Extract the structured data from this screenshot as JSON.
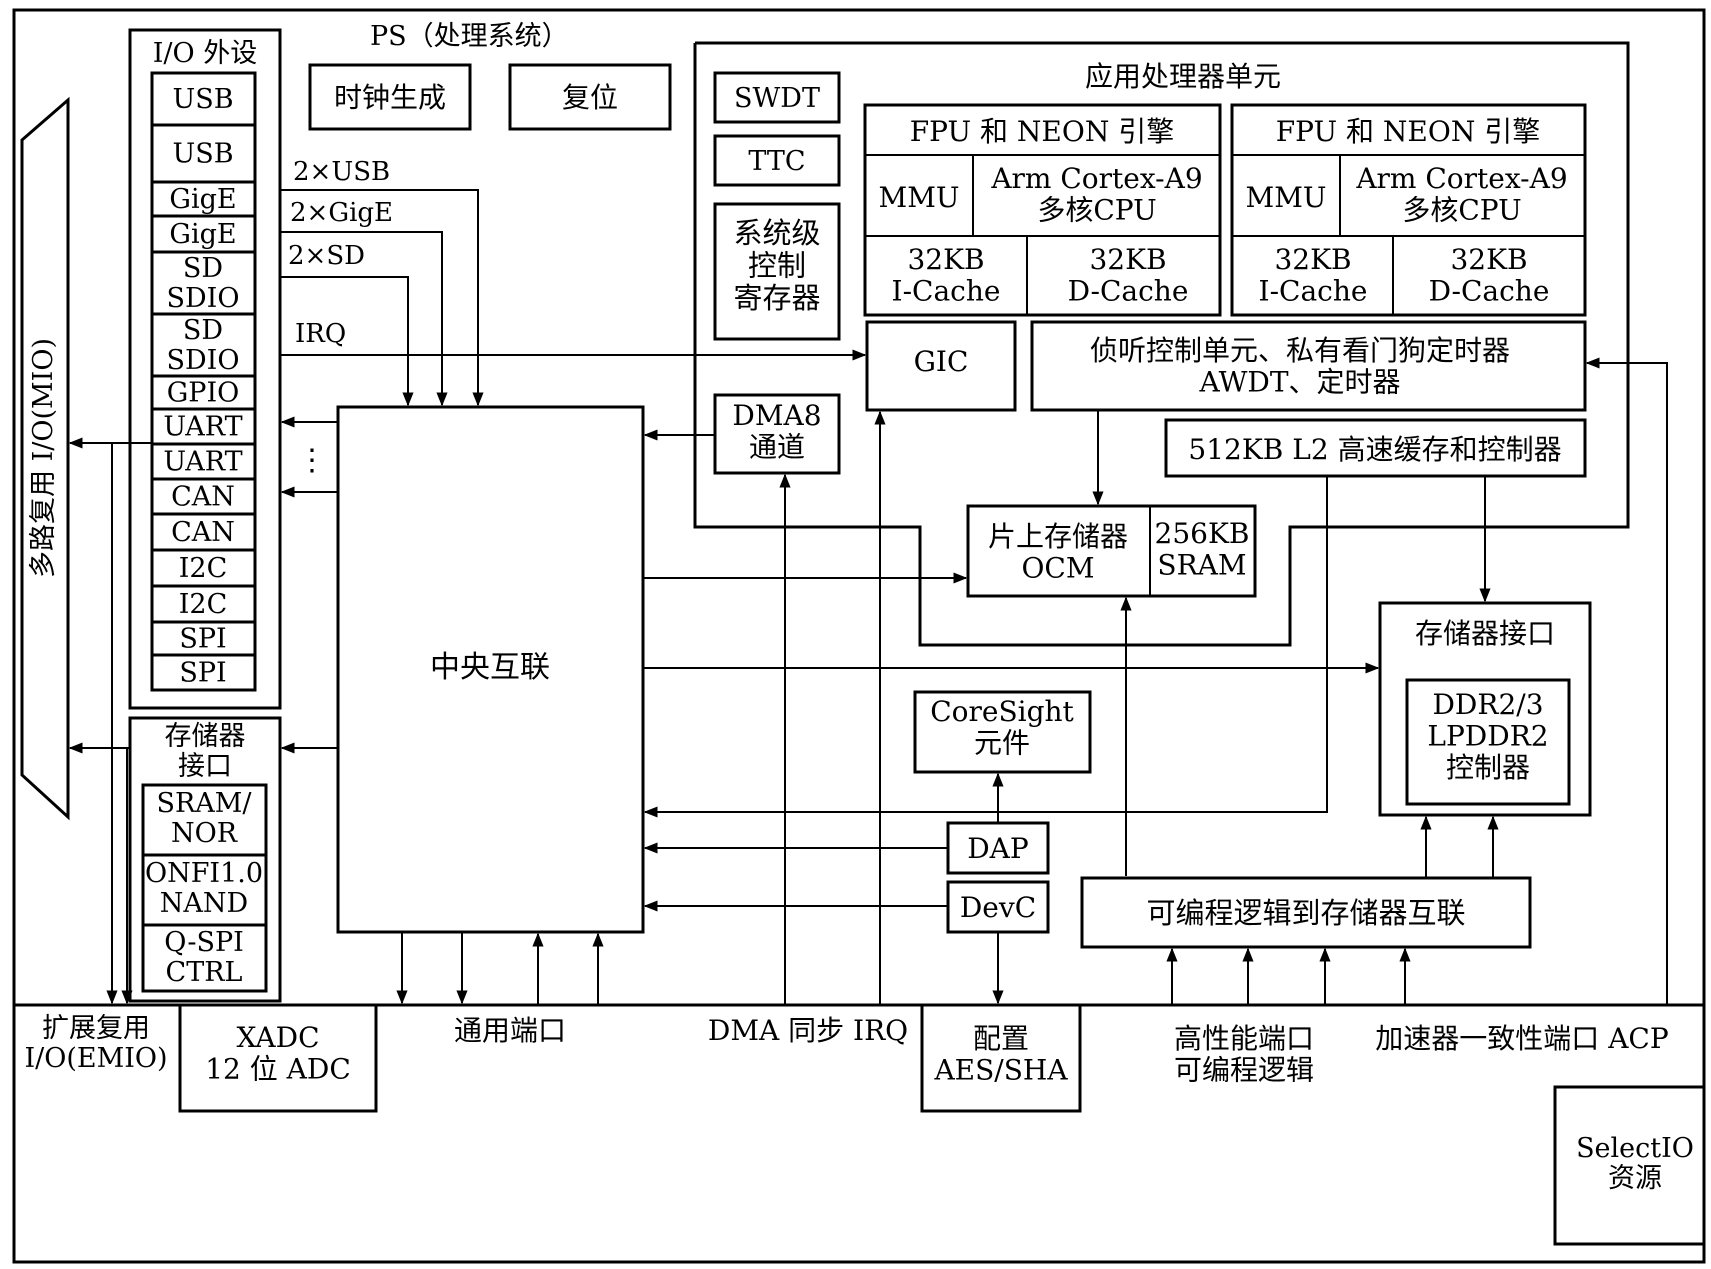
{
  "ps_title": "PS（处理系统）",
  "mio_label": "多路复用 I/O(MIO)",
  "io_peripherals": {
    "title": "I/O 外设",
    "items": [
      "USB",
      "USB",
      "GigE",
      "GigE",
      "SD\nSDIO",
      "SD\nSDIO",
      "GPIO",
      "UART",
      "UART",
      "CAN",
      "CAN",
      "I2C",
      "I2C",
      "SPI",
      "SPI"
    ]
  },
  "mem_if_left": {
    "title": "存储器\n接口",
    "items": [
      "SRAM/\nNOR",
      "ONFI1.0\nNAND",
      "Q-SPI\nCTRL"
    ]
  },
  "clock_gen": "时钟生成",
  "reset": "复位",
  "bus_labels": {
    "usb": "2×USB",
    "gige": "2×GigE",
    "sd": "2×SD",
    "irq": "IRQ"
  },
  "dots": "⋮",
  "central_interconnect": "中央互联",
  "apu": {
    "title": "应用处理器单元",
    "swdt": "SWDT",
    "ttc": "TTC",
    "slcr": "系统级\n控制\n寄存器",
    "dma": "DMA8\n通道",
    "cores": [
      {
        "fpu": "FPU 和 NEON 引擎",
        "mmu": "MMU",
        "cpu": "Arm Cortex-A9\n多核CPU",
        "icache": "32KB\nI-Cache",
        "dcache": "32KB\nD-Cache"
      },
      {
        "fpu": "FPU 和 NEON 引擎",
        "mmu": "MMU",
        "cpu": "Arm Cortex-A9\n多核CPU",
        "icache": "32KB\nI-Cache",
        "dcache": "32KB\nD-Cache"
      }
    ],
    "gic": "GIC",
    "scu": "侦听控制单元、私有看门狗定时器\nAWDT、定时器",
    "l2": "512KB L2 高速缓存和控制器"
  },
  "ocm": {
    "name": "片上存储器\nOCM",
    "sram": "256KB\nSRAM"
  },
  "mem_if_right": {
    "title": "存储器接口",
    "ddr": "DDR2/3\nLPDDR2\n控制器"
  },
  "coresight": "CoreSight\n元件",
  "dap": "DAP",
  "devc": "DevC",
  "pl_mem_interconnect": "可编程逻辑到存储器互联",
  "bottom": {
    "emio": "扩展复用\nI/O(EMIO)",
    "xadc": "XADC\n12 位 ADC",
    "gp_ports": "通用端口",
    "dma_sync_irq": "DMA 同步 IRQ",
    "config": "配置\nAES/SHA",
    "hp_ports": "高性能端口\n可编程逻辑",
    "acp": "加速器一致性端口 ACP",
    "selectio": "SelectIO\n资源"
  }
}
